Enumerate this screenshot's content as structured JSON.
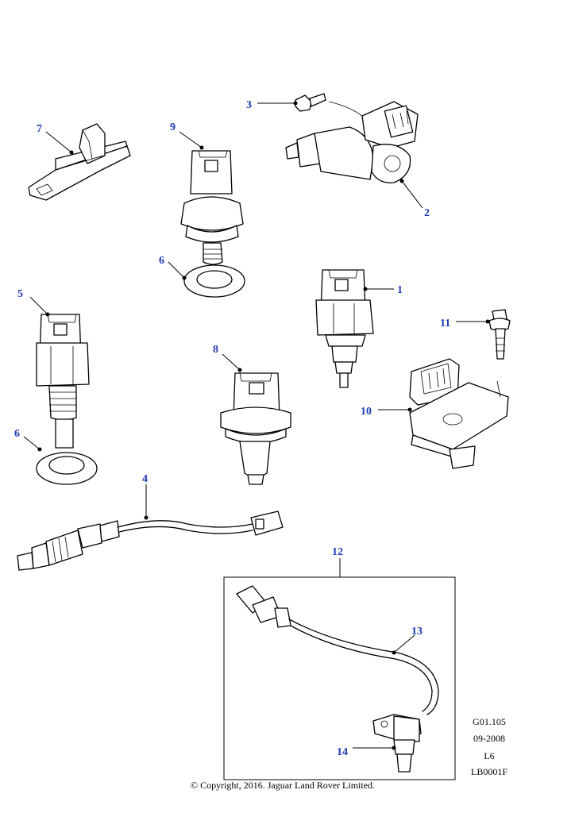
{
  "callouts": {
    "c1": "1",
    "c2": "2",
    "c3": "3",
    "c4": "4",
    "c5": "5",
    "c6a": "6",
    "c6b": "6",
    "c7": "7",
    "c8": "8",
    "c9": "9",
    "c10": "10",
    "c11": "11",
    "c12": "12",
    "c13": "13",
    "c14": "14"
  },
  "meta": {
    "ref": "G01.105",
    "date": "09-2008",
    "variant": "L6",
    "code": "LB0001F"
  },
  "copyright": "© Copyright, 2016. Jaguar Land Rover Limited.",
  "colors": {
    "callout": "#1f3bb3",
    "line": "#000000"
  }
}
